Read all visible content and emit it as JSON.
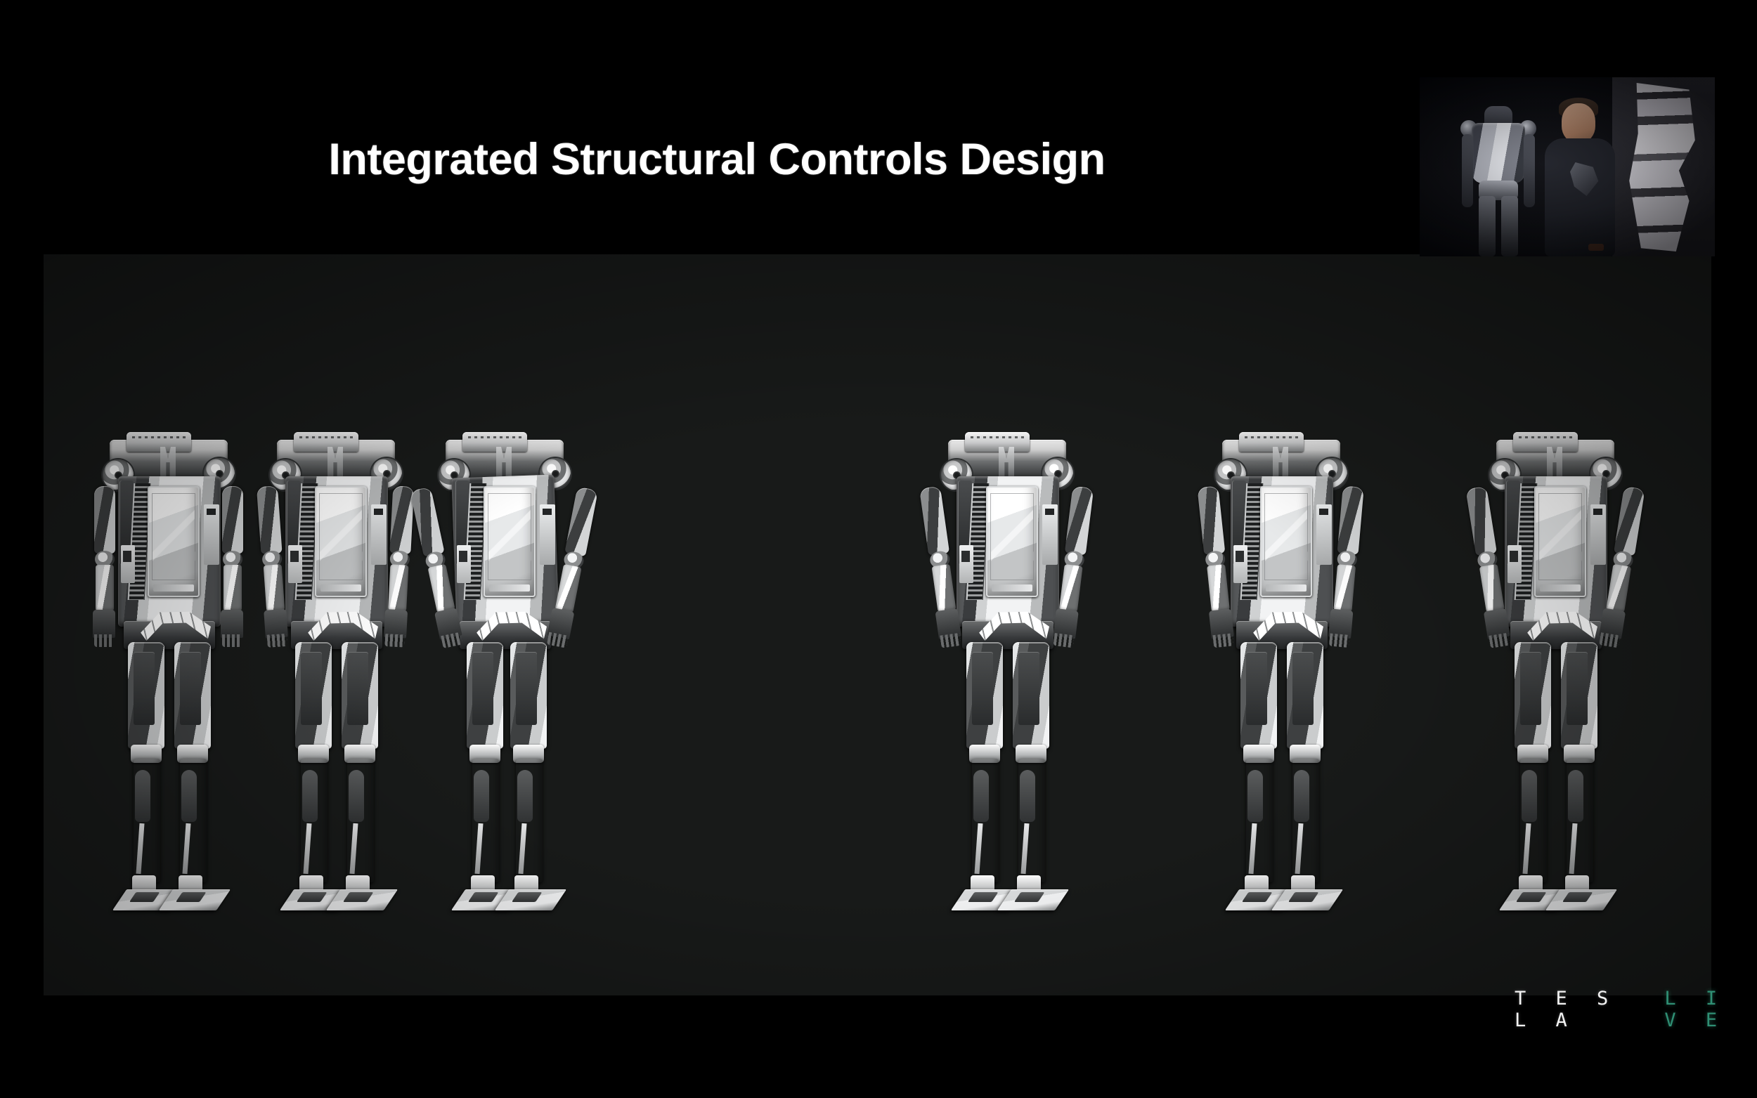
{
  "slide": {
    "title": "Integrated Structural Controls Design",
    "background_color": "#000000",
    "panel_color": "#181a19",
    "title_color": "#ffffff"
  },
  "content_panel": {
    "name": "robot-gait-sequence-panel",
    "description": "Six grayscale renders of a humanoid robot walking cycle",
    "figure_count": 6,
    "figures": [
      {
        "index": 1,
        "pose": "stance-left",
        "label": "robot-figure-1"
      },
      {
        "index": 2,
        "pose": "stance-left",
        "label": "robot-figure-2"
      },
      {
        "index": 3,
        "pose": "arms-out-crouch",
        "label": "robot-figure-3"
      },
      {
        "index": 4,
        "pose": "stride",
        "label": "robot-figure-4"
      },
      {
        "index": 5,
        "pose": "stride",
        "label": "robot-figure-5"
      },
      {
        "index": 6,
        "pose": "stride-wide",
        "label": "robot-figure-6"
      }
    ]
  },
  "pip": {
    "name": "presenter-video-inset",
    "description": "Live stage camera: presenter standing beside humanoid robot with leg render on screen",
    "subjects": [
      "humanoid-robot",
      "presenter",
      "stage-screen"
    ]
  },
  "brand": {
    "tesla": "T E S L A",
    "live": "L I V E",
    "tesla_color": "#f2f2f2",
    "live_color": "#2f8f74"
  }
}
